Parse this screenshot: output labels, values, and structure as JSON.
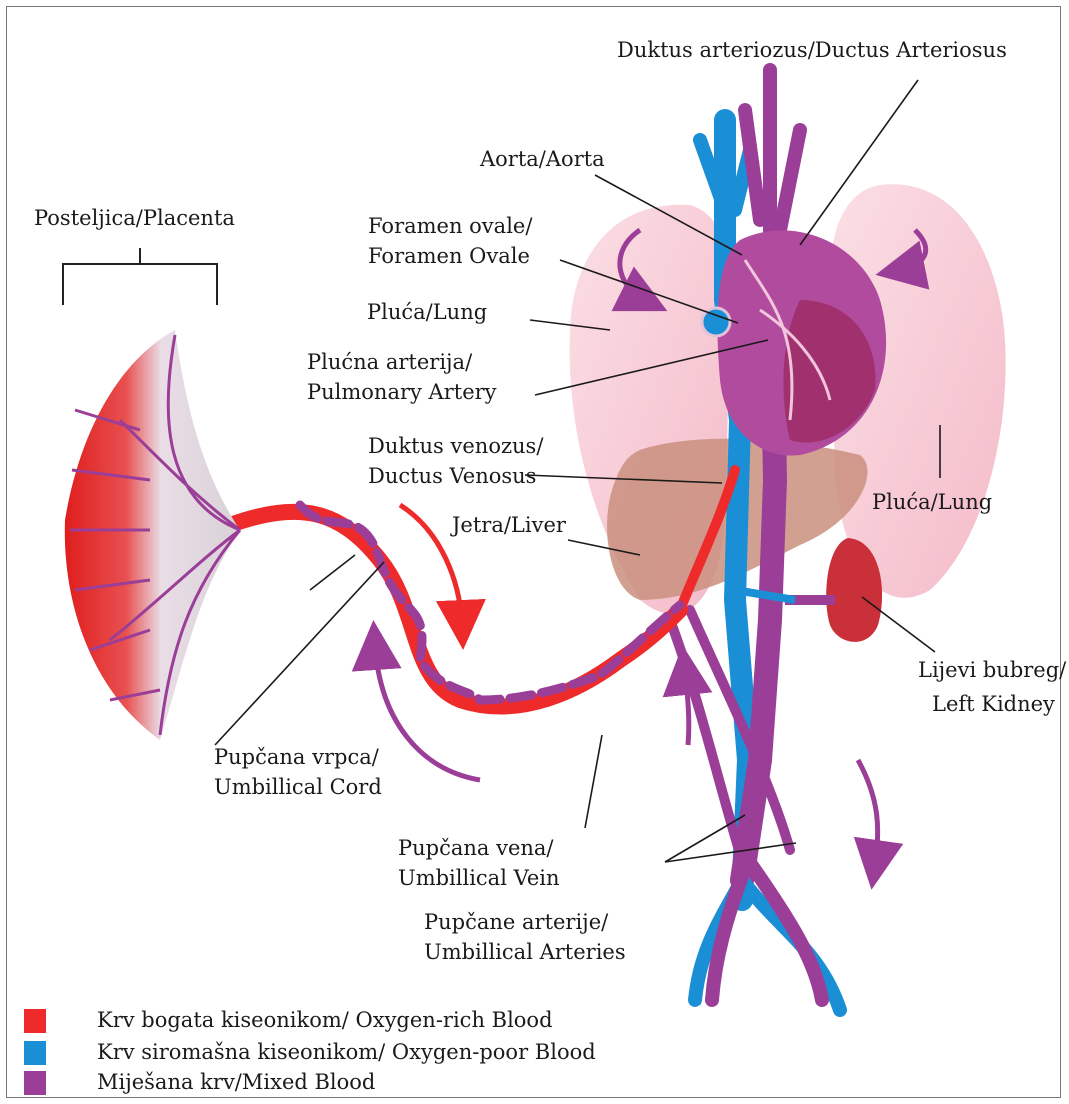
{
  "labels": {
    "ductus_arteriosus": "Duktus arteriozus/Ductus Arteriosus",
    "aorta": "Aorta/Aorta",
    "placenta": "Posteljica/Placenta",
    "foramen_ovale_1": "Foramen ovale/",
    "foramen_ovale_2": "Foramen Ovale",
    "lung_left": "Pluća/Lung",
    "pulmonary_artery_1": "Plućna arterija/",
    "pulmonary_artery_2": "Pulmonary Artery",
    "ductus_venosus_1": "Duktus venozus/",
    "ductus_venosus_2": "Ductus Venosus",
    "liver": "Jetra/Liver",
    "lung_right": "Pluća/Lung",
    "kidney_1": "Lijevi bubreg/",
    "kidney_2": "Left Kidney",
    "umbilical_cord_1": "Pupčana vrpca/",
    "umbilical_cord_2": "Umbillical Cord",
    "umbilical_vein_1": "Pupčana vena/",
    "umbilical_vein_2": "Umbillical Vein",
    "umbilical_arteries_1": "Pupčane arterije/",
    "umbilical_arteries_2": "Umbillical Arteries"
  },
  "legend": [
    {
      "label": "Krv bogata kiseonikom/ Oxygen-rich Blood",
      "color": "#ee2a2a"
    },
    {
      "label": "Krv siromašna kiseonikom/ Oxygen-poor Blood",
      "color": "#1b8fd6"
    },
    {
      "label": "Miješana krv/Mixed Blood",
      "color": "#9b3e97"
    }
  ],
  "colors": {
    "oxygen_rich": "#ee2a2a",
    "oxygen_poor": "#1b8fd6",
    "mixed": "#9b3e97",
    "lung": "#f6c4cf",
    "liver": "#c98f7e",
    "heart": "#b04b9e",
    "kidney": "#c9303a"
  }
}
